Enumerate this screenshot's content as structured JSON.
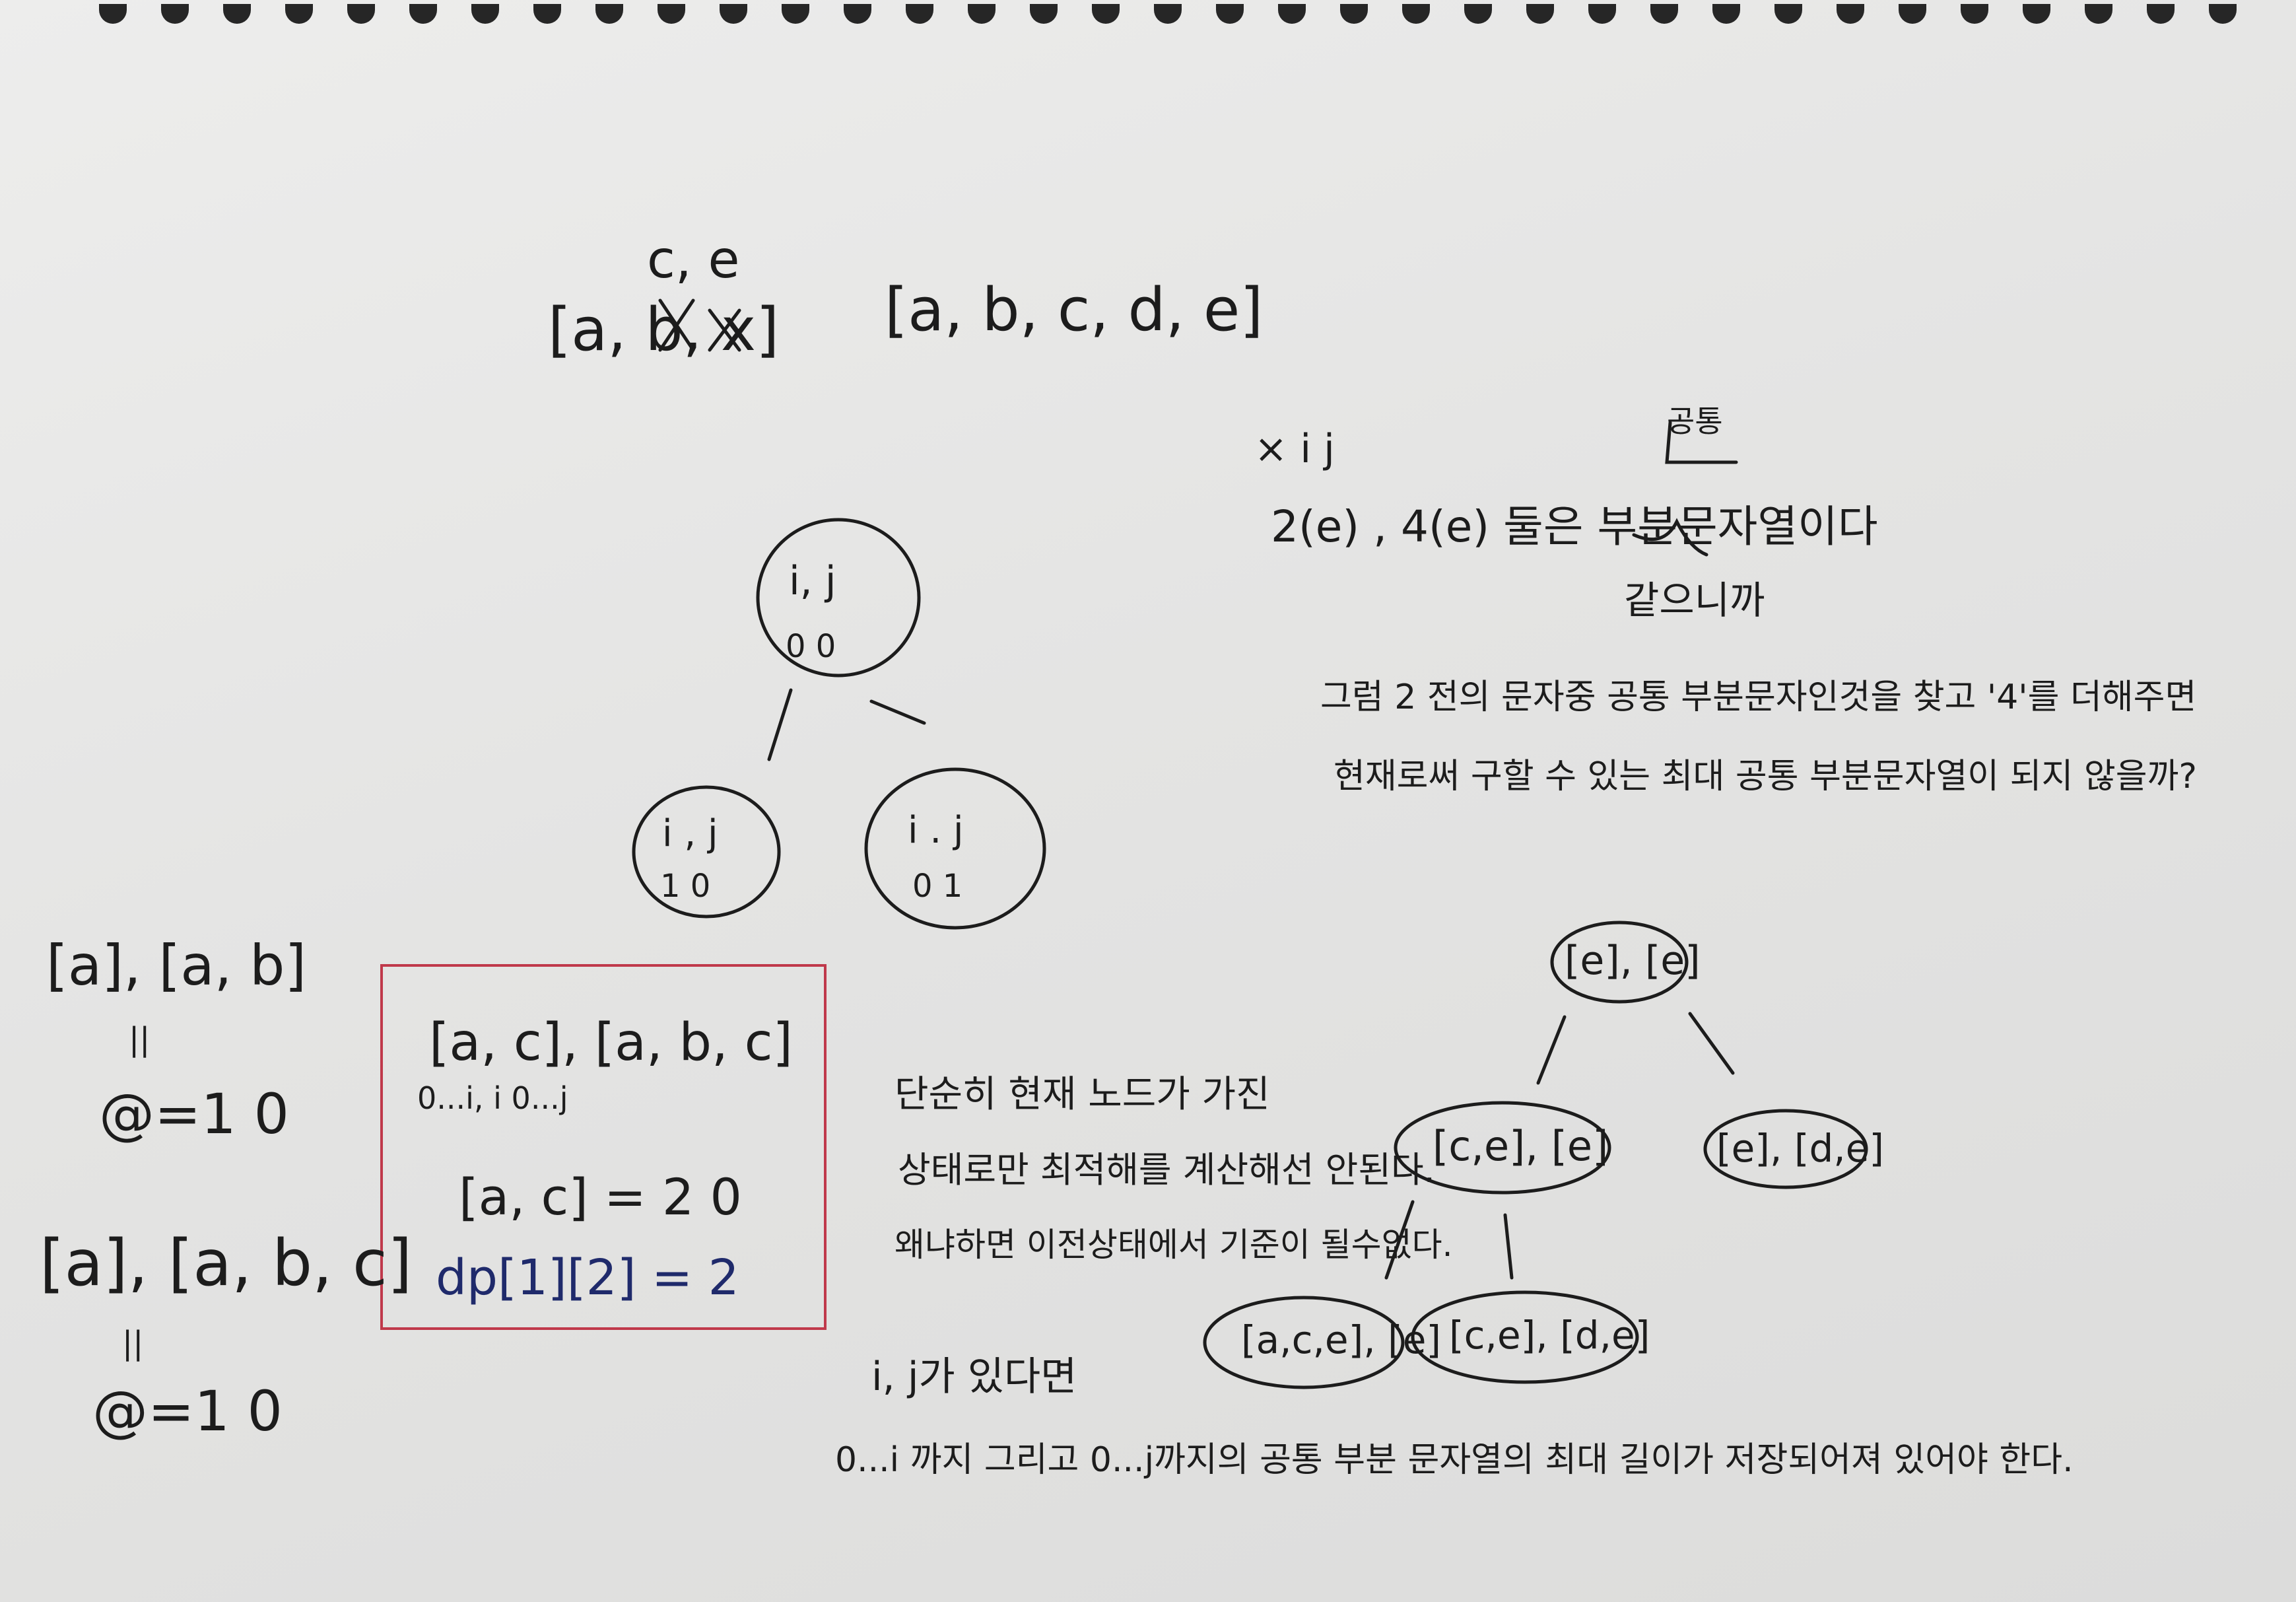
{
  "colors": {
    "paper": "#e6e6e5",
    "ink": "#1c1c1c",
    "box": "#c0394b",
    "blue_ink": "#1f2a6b"
  },
  "top": {
    "crossed_array": "[a, b, x]",
    "crossed_above": "c, e",
    "array_right": "[a, b, c, d, e]"
  },
  "tree_left": {
    "root": {
      "top": "i, j",
      "bottom": "0  0"
    },
    "left_child": {
      "top": "i , j",
      "bottom": "1   0"
    },
    "right_child": {
      "top": "i . j",
      "bottom": "0   1"
    }
  },
  "left_examples": {
    "ex1": {
      "arrays": "[a], [a, b]",
      "equiv": "||",
      "result": "@=1  0"
    },
    "ex2": {
      "arrays": "[a], [a, b, c]",
      "equiv": "||",
      "result": "@=1  0"
    }
  },
  "boxed": {
    "arrays": "[a, c], [a, b, c]",
    "ranges": "0...i, i   0...j",
    "result": "[a, c] = 2  0",
    "dp": "dp[1][2] = 2"
  },
  "right_notes": {
    "labels": "× i                j",
    "mark": "공통",
    "line": "2(e) ,   4(e)  둘은  부분문자열이다",
    "under": "같으니까",
    "line2": "그럼 2 전의 문자중 공통 부분문자인것을 찾고 '4'를 더해주면",
    "line3": "현재로써 구할 수 있는 최대 공통 부분문자열이 되지 않을까?"
  },
  "tree_right": {
    "root": "[e], [e]",
    "left": "[c,e], [e]",
    "right": "[e], [d,e]",
    "left_left": "[a,c,e], [e]",
    "left_right": "[c,e], [d,e]"
  },
  "middle_notes": {
    "line1": "단순히 현재 노드가 가진",
    "line2": "상태로만 최적해를 계산해선 안된다.",
    "line3": "왜냐하면 이전상태에서 기준이 될수없다."
  },
  "bottom_notes": {
    "line1": "i, j가 있다면",
    "line2": "0...i 까지 그리고 0...j까지의 공통 부분 문자열의 최대 길이가 저장되어져 있어야 한다."
  }
}
